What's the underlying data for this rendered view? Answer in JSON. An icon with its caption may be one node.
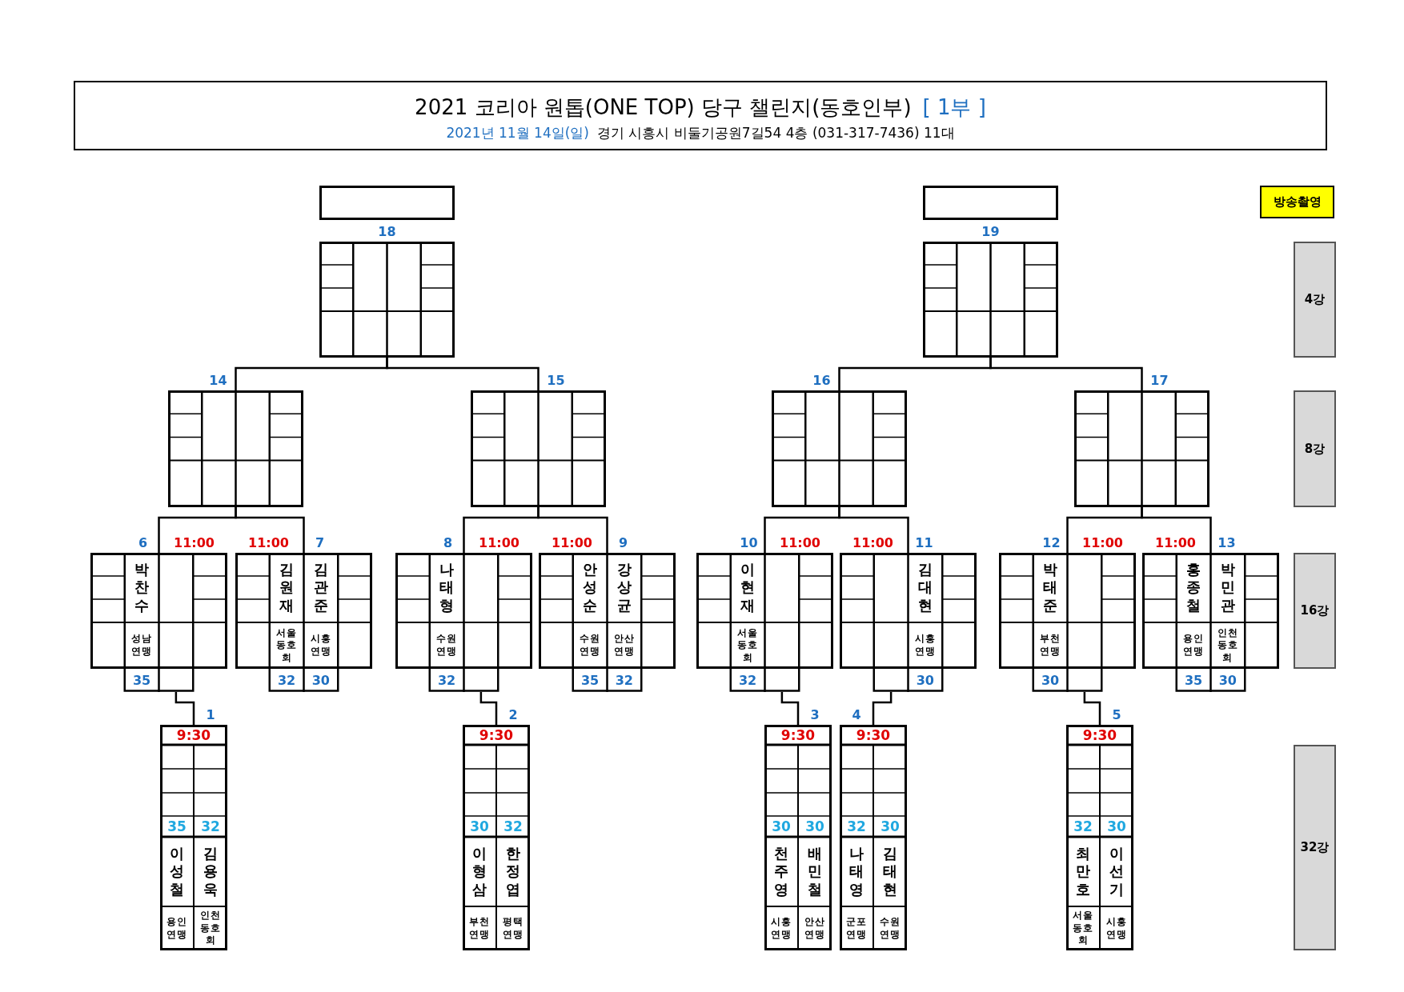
{
  "diagram": {
    "nodes": [
      {
        "text": [
          "2021 코리아 원톱(ONE TOP) 당구 챌린지(동호인부)",
          "[ 1부 ]",
          "2021년 11월 14일(일)",
          "경기 시흥시 비둘기공원7길54 4층 (031-317-7436) 11대"
        ]
      },
      {
        "text": [],
        "shape": "box"
      },
      {
        "text": [],
        "shape": "box"
      },
      {
        "text": [
          "방송촬영"
        ]
      },
      {
        "text": [],
        "shape": "box",
        "beside": [
          "18"
        ]
      },
      {
        "text": [],
        "shape": "box",
        "beside": [
          "19"
        ]
      },
      {
        "text": [
          "4강"
        ]
      },
      {
        "text": [],
        "shape": "box",
        "beside": [
          "14"
        ]
      },
      {
        "text": [],
        "shape": "box",
        "beside": [
          "15"
        ]
      },
      {
        "text": [],
        "shape": "box",
        "beside": [
          "16"
        ]
      },
      {
        "text": [],
        "shape": "box",
        "beside": [
          "17"
        ]
      },
      {
        "text": [
          "8강"
        ]
      },
      {
        "text": [
          "박찬수",
          "성남연맹",
          "35"
        ],
        "beside": [
          "6",
          "11:00"
        ]
      },
      {
        "text": [
          "김원재",
          "서울동호회",
          "32",
          "김관준",
          "시흥연맹",
          "30"
        ],
        "beside": [
          "11:00",
          "7"
        ]
      },
      {
        "text": [
          "나태형",
          "수원연맹",
          "32"
        ],
        "beside": [
          "8",
          "11:00"
        ]
      },
      {
        "text": [
          "안성순",
          "수원연맹",
          "35",
          "강상균",
          "안산연맹",
          "32"
        ],
        "beside": [
          "11:00",
          "9"
        ]
      },
      {
        "text": [
          "이현재",
          "서울동호회",
          "32"
        ],
        "beside": [
          "10",
          "11:00"
        ]
      },
      {
        "text": [
          "김대현",
          "시흥연맹",
          "30"
        ],
        "beside": [
          "11:00",
          "11"
        ]
      },
      {
        "text": [
          "박태준",
          "부천연맹",
          "30"
        ],
        "beside": [
          "12",
          "11:00"
        ]
      },
      {
        "text": [
          "홍종철",
          "용인연맹",
          "35",
          "박민관",
          "인천동호회",
          "30"
        ],
        "beside": [
          "11:00",
          "13"
        ]
      },
      {
        "text": [
          "16강"
        ]
      },
      {
        "text": [
          "9:30",
          "35",
          "32",
          "이성철",
          "김용욱",
          "용인연맹",
          "인천동호회"
        ],
        "beside": [
          "1"
        ]
      },
      {
        "text": [
          "9:30",
          "30",
          "32",
          "이형삼",
          "한정엽",
          "부천연맹",
          "평택연맹"
        ],
        "beside": [
          "2"
        ]
      },
      {
        "text": [
          "9:30",
          "30",
          "30",
          "천주영",
          "배민철",
          "시흥연맹",
          "안산연맹"
        ],
        "beside": [
          "3"
        ]
      },
      {
        "text": [
          "9:30",
          "32",
          "30",
          "나태영",
          "김태현",
          "군포연맹",
          "수원연맹"
        ],
        "beside": [
          "4"
        ]
      },
      {
        "text": [
          "9:30",
          "32",
          "30",
          "최만호",
          "이선기",
          "서울동호회",
          "시흥연맹"
        ],
        "beside": [
          "5"
        ]
      },
      {
        "text": [
          "32강"
        ]
      }
    ],
    "edges": [
      {
        "from": 7,
        "to": 4,
        "arrow": "none"
      },
      {
        "from": 8,
        "to": 4,
        "arrow": "none"
      },
      {
        "from": 9,
        "to": 5,
        "arrow": "none"
      },
      {
        "from": 10,
        "to": 5,
        "arrow": "none"
      },
      {
        "from": 12,
        "to": 7,
        "arrow": "none"
      },
      {
        "from": 13,
        "to": 7,
        "arrow": "none"
      },
      {
        "from": 14,
        "to": 8,
        "arrow": "none"
      },
      {
        "from": 15,
        "to": 8,
        "arrow": "none"
      },
      {
        "from": 16,
        "to": 9,
        "arrow": "none"
      },
      {
        "from": 17,
        "to": 9,
        "arrow": "none"
      },
      {
        "from": 18,
        "to": 10,
        "arrow": "none"
      },
      {
        "from": 19,
        "to": 10,
        "arrow": "none"
      },
      {
        "from": 21,
        "to": 12,
        "arrow": "none"
      },
      {
        "from": 22,
        "to": 14,
        "arrow": "none"
      },
      {
        "from": 23,
        "to": 16,
        "arrow": "none"
      },
      {
        "from": 24,
        "to": 17,
        "arrow": "none"
      },
      {
        "from": 25,
        "to": 18,
        "arrow": "none"
      }
    ]
  }
}
